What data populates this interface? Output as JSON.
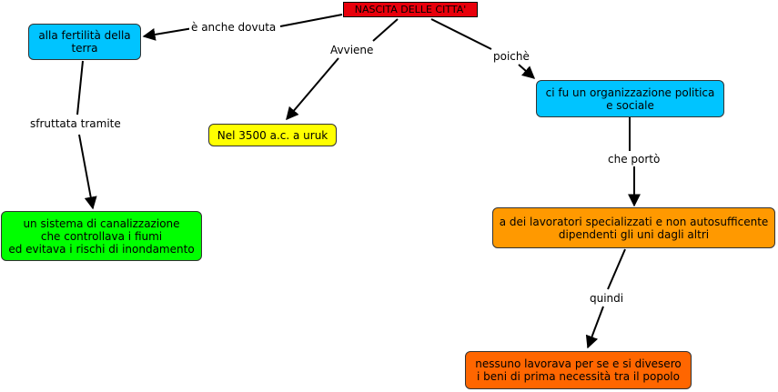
{
  "colors": {
    "root": "#e8000b",
    "cyan": "#00c4ff",
    "yellow": "#ffff00",
    "green": "#00ff00",
    "orange": "#ff9900",
    "orange_dark": "#ff6600",
    "link": "#000000"
  },
  "nodes": {
    "root": "NASCITA DELLE CITTA'",
    "fertility": "alla fertilità della\nterra",
    "date": "Nel 3500 a.c. a uruk",
    "organization": "ci fu un organizzazione politica\ne sociale",
    "canals": "un sistema di canalizzazione\nche controllava i fiumi\ned evitava i rischi di inondamento",
    "workers": "a dei lavoratori specializzati e non autosufficente\ndipendenti gli uni dagli altri",
    "nobody": "nessuno lavorava per se e si divesero\ni beni di prima necessità tra il popolo"
  },
  "links": {
    "due_to": "è anche dovuta",
    "happens": "Avviene",
    "because": "poichè",
    "exploited": "sfruttata tramite",
    "led_to": "che portò",
    "therefore": "quindi"
  }
}
